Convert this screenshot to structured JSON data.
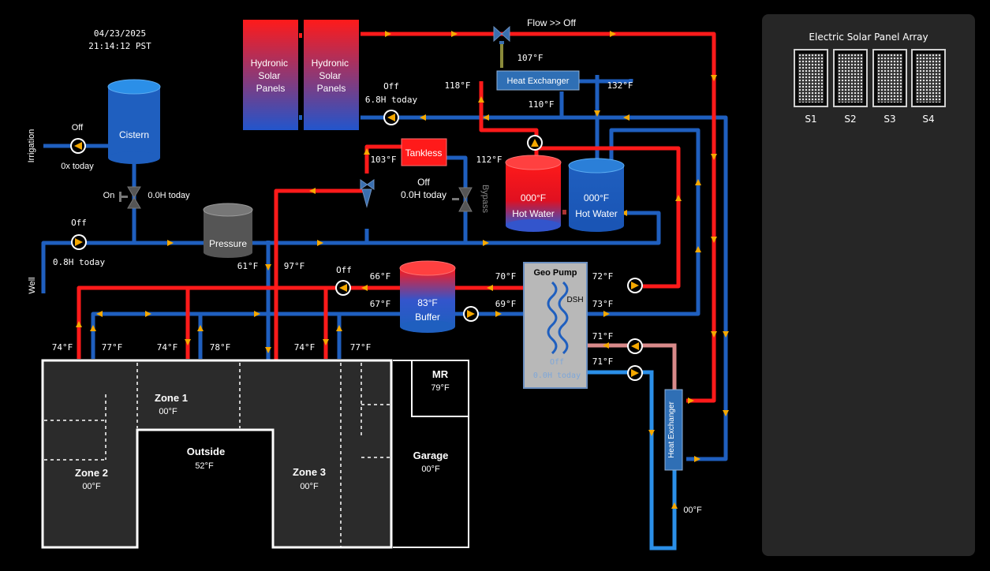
{
  "datetime": {
    "date": "04/23/2025",
    "time": "21:14:12 PST"
  },
  "solar_panels": {
    "panel1": [
      "Hydronic",
      "Solar",
      "Panels"
    ],
    "panel2": [
      "Hydronic",
      "Solar",
      "Panels"
    ]
  },
  "flow_label": "Flow >> Off",
  "heat_exchanger_top": {
    "label": "Heat Exchanger",
    "temp_in": "107°F",
    "temp_left": "118°F",
    "temp_right": "132°F",
    "temp_bottom": "110°F"
  },
  "solar_pump": {
    "status": "Off",
    "runtime": "6.8H today"
  },
  "cistern": {
    "label": "Cistern",
    "valve_status": "On",
    "valve_runtime": "0.0H today"
  },
  "irrigation": {
    "label": "Irrigation",
    "status": "Off",
    "count": "0x today"
  },
  "well": {
    "label": "Well",
    "status": "Off",
    "runtime": "0.8H today"
  },
  "pressure": {
    "label": "Pressure"
  },
  "tankless": {
    "label": "Tankless",
    "temp_left": "103°F",
    "temp_right": "112°F",
    "status": "Off",
    "runtime": "0.0H today",
    "bypass": "Bypass"
  },
  "hot_water_1": {
    "temp": "000°F",
    "label": "Hot Water"
  },
  "hot_water_2": {
    "temp": "000°F",
    "label": "Hot Water"
  },
  "buffer": {
    "label": "Buffer",
    "temp": "83°F",
    "temp_in_top": "66°F",
    "temp_in_bottom": "67°F",
    "pump_status": "Off"
  },
  "geo_pump": {
    "label": "Geo Pump",
    "dsh": "DSH",
    "status": "Off",
    "runtime": "0.0H today",
    "temp_left_top": "70°F",
    "temp_left_bottom": "69°F",
    "temp_right_1": "72°F",
    "temp_right_2": "73°F",
    "temp_right_3": "71°F",
    "temp_right_4": "71°F"
  },
  "heat_exchanger_bottom": {
    "label": "Heat Exchanger",
    "temp": "00°F"
  },
  "line_temps": {
    "t61": "61°F",
    "t97": "97°F",
    "z1_supply": "74°F",
    "z1_return": "77°F",
    "z2_supply": "74°F",
    "z2_return": "78°F",
    "z3_supply": "74°F",
    "z3_return": "77°F"
  },
  "zones": {
    "zone1": {
      "name": "Zone 1",
      "temp": "00°F"
    },
    "zone2": {
      "name": "Zone 2",
      "temp": "00°F"
    },
    "zone3": {
      "name": "Zone 3",
      "temp": "00°F"
    },
    "outside": {
      "name": "Outside",
      "temp": "52°F"
    },
    "mr": {
      "name": "MR",
      "temp": "79°F"
    },
    "garage": {
      "name": "Garage",
      "temp": "00°F"
    }
  },
  "electric_panels": {
    "title": "Electric Solar Panel Array",
    "labels": [
      "S1",
      "S2",
      "S3",
      "S4"
    ]
  },
  "colors": {
    "hot": "#ff1a1a",
    "cold": "#1f5fbf",
    "light_blue": "#2b8fe8",
    "pink": "#d98a8a",
    "pump": "#f5a800",
    "bg": "#000000",
    "panel_bg": "#262626"
  }
}
